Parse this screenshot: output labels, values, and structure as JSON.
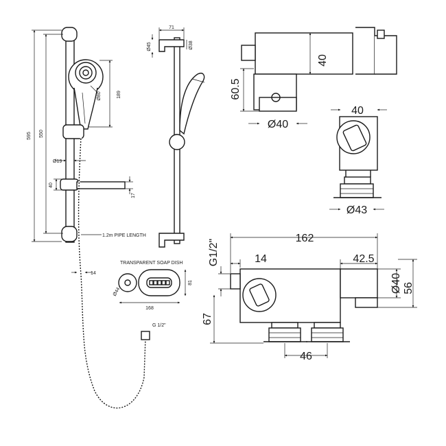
{
  "rail_view": {
    "height_595": "595",
    "height_550": "550",
    "head_189": "189",
    "head_dia": "Ø80",
    "rail_dia": "Ø19",
    "bracket_40": "40",
    "shelf_17": "17",
    "pipe_length": "1.2m PIPE LENGTH",
    "hose_dia": "14"
  },
  "side_view": {
    "width_71": "71",
    "dia_45": "Ø45",
    "dia_38": "Ø38"
  },
  "soap_dish": {
    "title": "TRANSPARENT SOAP DISH",
    "dia_44": "Ø44",
    "height_81": "81",
    "width_168": "168"
  },
  "hose_end": {
    "thread": "G 1/2\""
  },
  "valve_side": {
    "h_40": "40",
    "h_60_5": "60.5",
    "dia_40": "Ø40"
  },
  "valve_end": {
    "w_40": "40",
    "dia_43": "Ø43"
  },
  "valve_front": {
    "w_162": "162",
    "thread": "G1/2\"",
    "w_14": "14",
    "w_42_5": "42.5",
    "h_67": "67",
    "dia_40": "Ø40",
    "h_56": "56",
    "w_46": "46"
  }
}
